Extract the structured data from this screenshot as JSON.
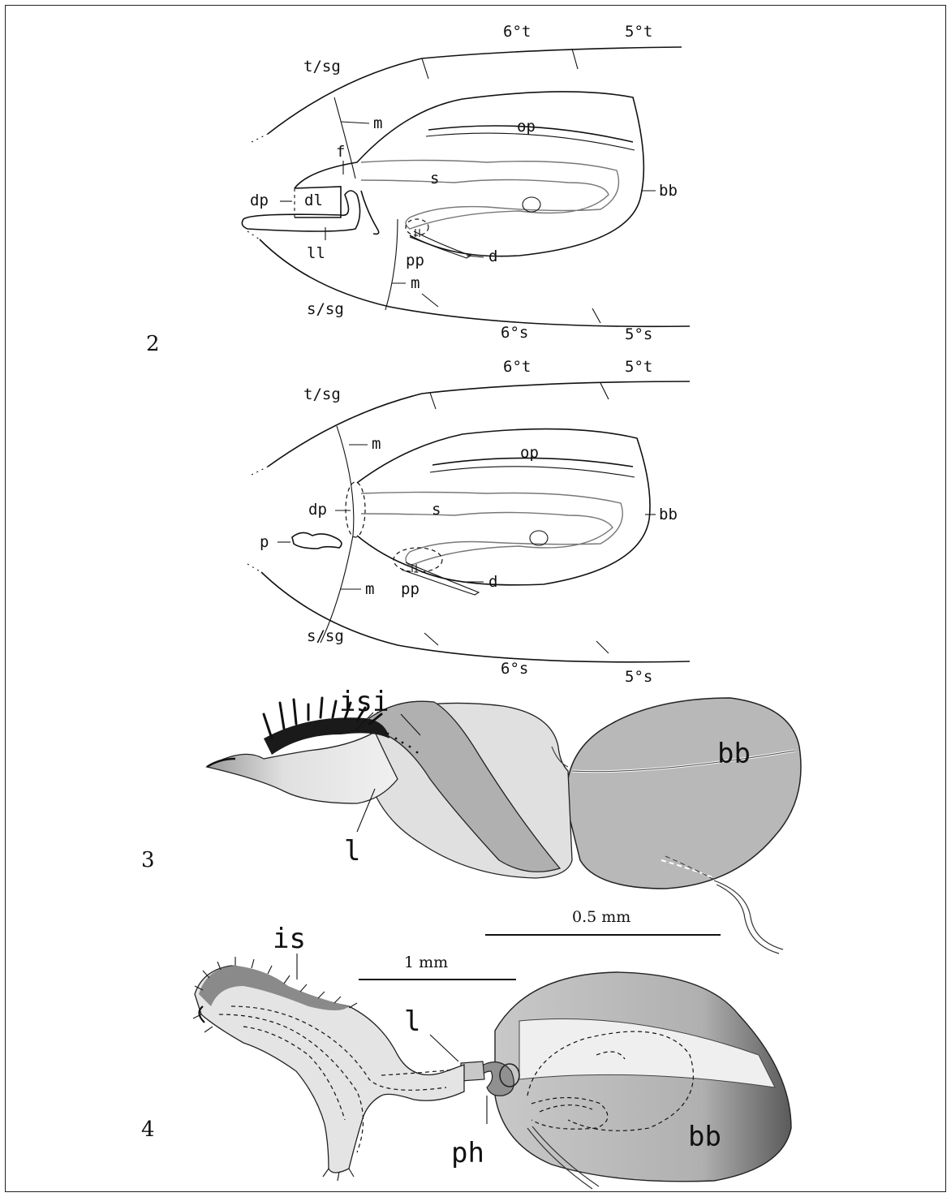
{
  "figures": [
    {
      "number": "2",
      "upper_drawing_labels": {
        "tergite6": "6°t",
        "tergite5": "5°t",
        "tergal": "t/sg",
        "membrane": "m",
        "fold": "f",
        "dorsal_plate": "dp",
        "dorsal_lobe": "dl",
        "lateral_lobe": "ll",
        "operculum": "op",
        "spermatheca": "s",
        "bursa": "bb",
        "pouch": "pp",
        "duct": "d",
        "membrane_lower": "m",
        "sternal": "s/sg",
        "sternite6": "6°s",
        "sternite5": "5°s"
      },
      "lower_drawing_labels": {
        "tergite6": "6°t",
        "tergite5": "5°t",
        "tergal": "t/sg",
        "membrane": "m",
        "operculum": "op",
        "dorsal_plate": "dp",
        "spermatheca": "s",
        "bursa": "bb",
        "plug": "p",
        "membrane_lower": "m",
        "pouch": "pp",
        "duct": "d",
        "sternal": "s/sg",
        "sternite6": "6°s",
        "sternite5": "5°s"
      }
    },
    {
      "number": "3",
      "labels": {
        "isi": "isi",
        "l": "l",
        "bb": "bb"
      },
      "scale_bar": "0.5 mm"
    },
    {
      "number": "4",
      "labels": {
        "is": "is",
        "l": "l",
        "ph": "ph",
        "bb": "bb"
      },
      "scale_bar": "1 mm"
    }
  ],
  "colors": {
    "ink": "#111111",
    "shade_light": "#dcdcdc",
    "shade_mid": "#b8b8b8",
    "shade_dark": "#555555"
  }
}
